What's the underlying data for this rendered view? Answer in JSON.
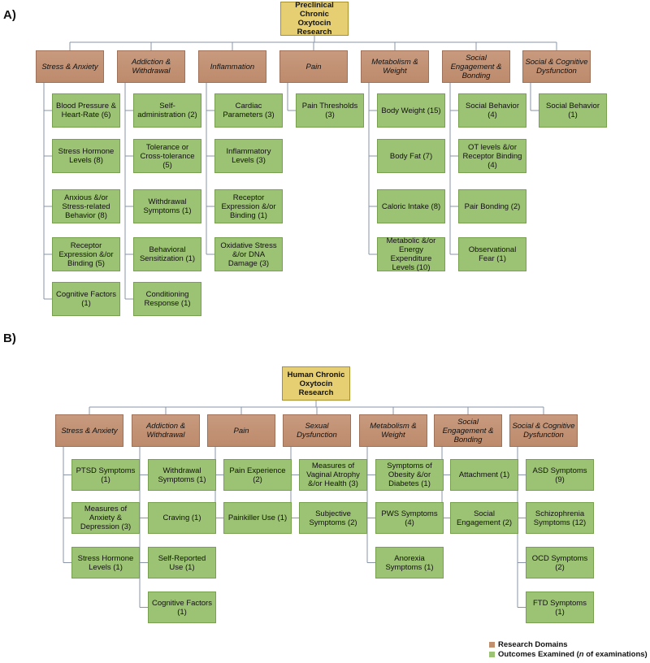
{
  "panel_a": {
    "label": "A)",
    "root": "Preclinical Chronic Oxytocin Research",
    "domains": [
      {
        "name": "Stress & Anxiety",
        "outcomes": [
          "Blood Pressure & Heart-Rate (6)",
          "Stress Hormone Levels (8)",
          "Anxious &/or Stress-related Behavior (8)",
          "Receptor Expression &/or Binding (5)",
          "Cognitive Factors (1)"
        ]
      },
      {
        "name": "Addiction & Withdrawal",
        "outcomes": [
          "Self-administration (2)",
          "Tolerance or Cross-tolerance (5)",
          "Withdrawal Symptoms (1)",
          "Behavioral Sensitization (1)",
          "Conditioning Response (1)"
        ]
      },
      {
        "name": "Inflammation",
        "outcomes": [
          "Cardiac Parameters (3)",
          "Inflammatory Levels (3)",
          "Receptor Expression &/or Binding (1)",
          "Oxidative Stress &/or DNA Damage (3)"
        ]
      },
      {
        "name": "Pain",
        "outcomes": [
          "Pain Thresholds (3)"
        ]
      },
      {
        "name": "Metabolism & Weight",
        "outcomes": [
          "Body Weight (15)",
          "Body Fat (7)",
          "Caloric Intake (8)",
          "Metabolic &/or Energy Expenditure Levels (10)"
        ]
      },
      {
        "name": "Social Engagement & Bonding",
        "outcomes": [
          "Social Behavior (4)",
          "OT levels &/or Receptor Binding (4)",
          "Pair Bonding (2)",
          "Observational Fear (1)"
        ]
      },
      {
        "name": "Social & Cognitive Dysfunction",
        "outcomes": [
          "Social Behavior (1)"
        ]
      }
    ]
  },
  "panel_b": {
    "label": "B)",
    "root": "Human Chronic Oxytocin Research",
    "domains": [
      {
        "name": "Stress & Anxiety",
        "outcomes": [
          "PTSD Symptoms (1)",
          "Measures of Anxiety & Depression (3)",
          "Stress Hormone Levels (1)"
        ]
      },
      {
        "name": "Addiction & Withdrawal",
        "outcomes": [
          "Withdrawal Symptoms (1)",
          "Craving (1)",
          "Self-Reported Use (1)",
          "Cognitive Factors (1)"
        ]
      },
      {
        "name": "Pain",
        "outcomes": [
          "Pain Experience (2)",
          "Painkiller Use (1)"
        ]
      },
      {
        "name": "Sexual Dysfunction",
        "outcomes": [
          "Measures of Vaginal Atrophy &/or Health (3)",
          "Subjective Symptoms (2)"
        ]
      },
      {
        "name": "Metabolism & Weight",
        "outcomes": [
          "Symptoms of Obesity &/or Diabetes (1)",
          "PWS Symptoms (4)",
          "Anorexia Symptoms (1)"
        ]
      },
      {
        "name": "Social Engagement & Bonding",
        "outcomes": [
          "Attachment (1)",
          "Social Engagement (2)"
        ]
      },
      {
        "name": "Social & Cognitive Dysfunction",
        "outcomes": [
          "ASD Symptoms (9)",
          "Schizophrenia Symptoms (12)",
          "OCD Symptoms (2)",
          "FTD Symptoms (1)"
        ]
      }
    ]
  },
  "legend": {
    "domains_label": "Research Domains",
    "outcomes_label_prefix": "Outcomes Examined (",
    "outcomes_label_italic": "n",
    "outcomes_label_suffix": " of examinations)"
  },
  "colors": {
    "root": "#e6cf73",
    "domain": "#c0906f",
    "outcome": "#9cc273",
    "line": "#8a94a8"
  }
}
